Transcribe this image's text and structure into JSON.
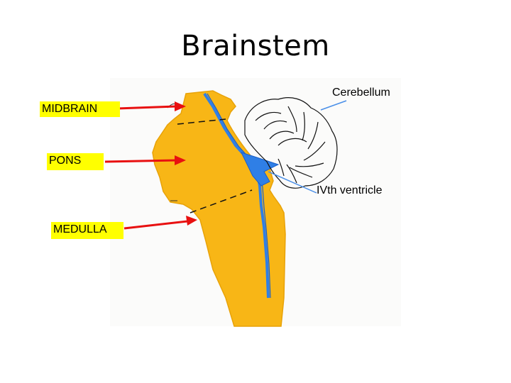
{
  "title": "Brainstem",
  "labels": {
    "midbrain": "MIDBRAIN",
    "pons": "PONS",
    "medulla": "MEDULLA",
    "cerebellum": "Cerebellum",
    "fourth_ventricle": "IVth ventricle"
  },
  "colors": {
    "brainstem_fill": "#f8b616",
    "ventricle": "#2f7fe6",
    "label_bg": "#ffff00",
    "arrow": "#e81010",
    "pointer_line": "#4a8fe8"
  }
}
